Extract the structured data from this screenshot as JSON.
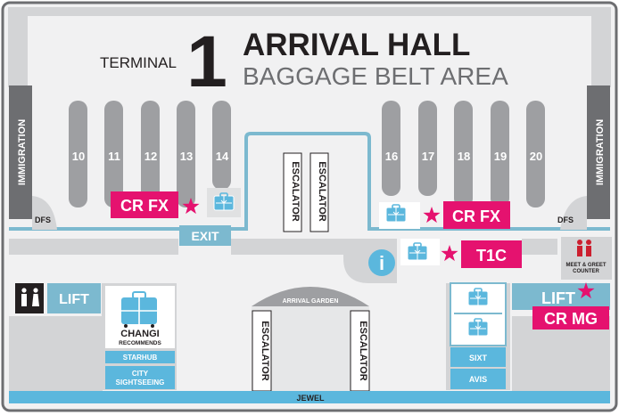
{
  "header": {
    "terminal_label": "TERMINAL",
    "terminal_number": "1",
    "hall_title": "ARRIVAL HALL",
    "hall_subtitle": "BAGGAGE BELT AREA"
  },
  "immigration": {
    "left": "IMMIGRATION",
    "right": "IMMIGRATION"
  },
  "belts_left": [
    "10",
    "11",
    "12",
    "13",
    "14"
  ],
  "belts_right": [
    "16",
    "17",
    "18",
    "19",
    "20"
  ],
  "escalators": {
    "top_left": "ESCALATOR",
    "top_right": "ESCALATOR",
    "bottom_left": "ESCALATOR",
    "bottom_right": "ESCALATOR"
  },
  "zones": {
    "dfs_left": "DFS",
    "dfs_right": "DFS",
    "exit": "EXIT",
    "arrival_garden": "ARRIVAL GARDEN",
    "jewel": "JEWEL",
    "lift_left": "LIFT",
    "lift_right": "LIFT"
  },
  "store_labels": {
    "cr_fx_left": "CR FX",
    "cr_fx_right": "CR FX",
    "t1c": "T1C",
    "cr_mg": "CR MG"
  },
  "changi_recommends": {
    "line1": "CHANGI",
    "line2": "RECOMMENDS"
  },
  "counters": {
    "starhub": "STARHUB",
    "city_sightseeing_1": "CITY",
    "city_sightseeing_2": "SIGHTSEEING",
    "sixt": "SIXT",
    "avis": "AVIS"
  },
  "meet_greet": {
    "line1": "MEET & GREET",
    "line2": "COUNTER"
  },
  "info_symbol": "i",
  "colors": {
    "belt_gray": "#9e9fa2",
    "hall_gray": "#d3d4d6",
    "wall_gray": "#6d6e71",
    "path_blue": "#7cb9cf",
    "accent_pink": "#e5126f",
    "luggage_blue": "#5bb7dd",
    "dark_text": "#231f20",
    "meet_red": "#cc1f2f"
  }
}
